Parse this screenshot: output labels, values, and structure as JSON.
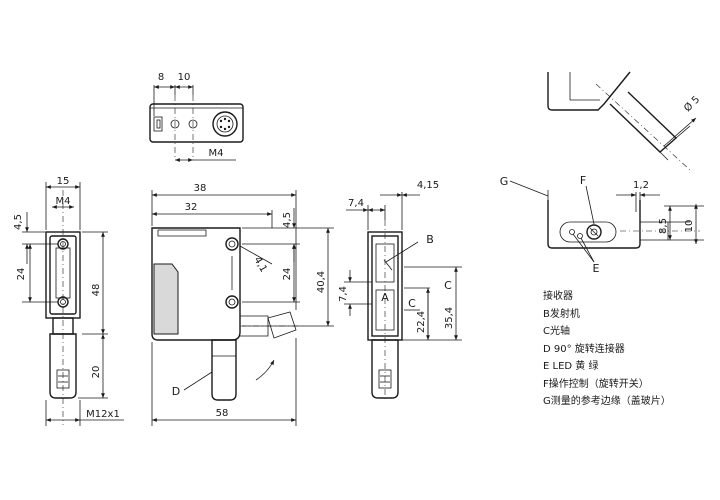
{
  "dimensions": {
    "top_view": {
      "d1": "8",
      "d2": "10",
      "thread": "M4"
    },
    "left_view": {
      "width": "15",
      "thread": "M4",
      "d_4_5": "4,5",
      "d_24": "24",
      "d_48": "48",
      "d_20": "20",
      "connector": "M12x1"
    },
    "front_view": {
      "d_38": "38",
      "d_32": "32",
      "d_4_5": "4,5",
      "d_24": "24",
      "d_40_4": "40,4",
      "d_4_1": "4,1",
      "d_58": "58"
    },
    "side_view": {
      "d_7_4_top": "7,4",
      "d_4_15": "4,15",
      "d_7_4_left": "7,4",
      "d_35_4": "35,4",
      "d_22_4": "22,4"
    },
    "detail_view": {
      "d_phi_5": "Ø 5",
      "d_1_2": "1,2",
      "d_8_5": "8,5",
      "d_10": "10"
    }
  },
  "callouts": {
    "a": "A",
    "b": "B",
    "c_axis": "C",
    "c_outer": "C",
    "d": "D",
    "e": "E",
    "f": "F",
    "g": "G"
  },
  "legend": [
    "接收器",
    "B发射机",
    "C光轴",
    "D 90° 旋转连接器",
    "E LED 黄 绿",
    "F操作控制（旋转开关）",
    "G测量的参考边缘（盖玻片）"
  ]
}
